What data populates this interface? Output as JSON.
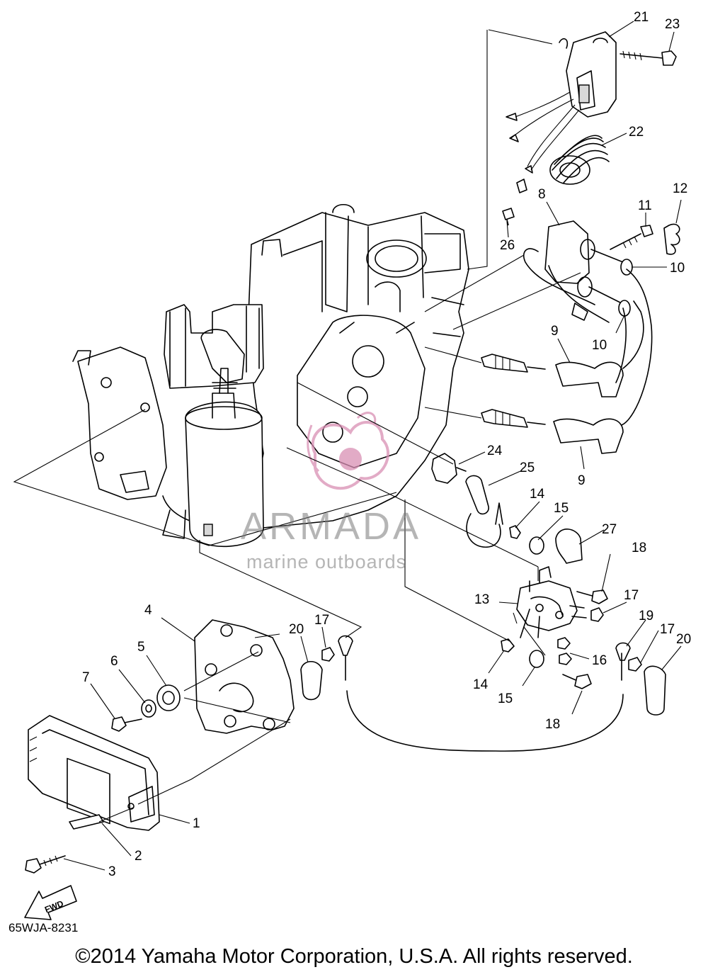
{
  "diagram": {
    "code": "65WJA-8231",
    "copyright": "©2014 Yamaha Motor Corporation, U.S.A. All rights reserved.",
    "fwd_label": "FWD",
    "watermark": {
      "title": "ARMADA",
      "subtitle": "marine outboards",
      "color": "#d98fb4"
    },
    "callouts": [
      {
        "id": "p1",
        "text": "1"
      },
      {
        "id": "p2",
        "text": "2"
      },
      {
        "id": "p3",
        "text": "3"
      },
      {
        "id": "p4",
        "text": "4"
      },
      {
        "id": "p5",
        "text": "5"
      },
      {
        "id": "p6",
        "text": "6"
      },
      {
        "id": "p7",
        "text": "7"
      },
      {
        "id": "p8",
        "text": "8"
      },
      {
        "id": "p9a",
        "text": "9"
      },
      {
        "id": "p9b",
        "text": "9"
      },
      {
        "id": "p10a",
        "text": "10"
      },
      {
        "id": "p10b",
        "text": "10"
      },
      {
        "id": "p11",
        "text": "11"
      },
      {
        "id": "p12",
        "text": "12"
      },
      {
        "id": "p13",
        "text": "13"
      },
      {
        "id": "p14a",
        "text": "14"
      },
      {
        "id": "p14b",
        "text": "14"
      },
      {
        "id": "p15a",
        "text": "15"
      },
      {
        "id": "p15b",
        "text": "15"
      },
      {
        "id": "p16",
        "text": "16"
      },
      {
        "id": "p17a",
        "text": "17"
      },
      {
        "id": "p17b",
        "text": "17"
      },
      {
        "id": "p17c",
        "text": "17"
      },
      {
        "id": "p18a",
        "text": "18"
      },
      {
        "id": "p18b",
        "text": "18"
      },
      {
        "id": "p19",
        "text": "19"
      },
      {
        "id": "p20a",
        "text": "20"
      },
      {
        "id": "p20b",
        "text": "20"
      },
      {
        "id": "p21",
        "text": "21"
      },
      {
        "id": "p22",
        "text": "22"
      },
      {
        "id": "p23",
        "text": "23"
      },
      {
        "id": "p24",
        "text": "24"
      },
      {
        "id": "p25",
        "text": "25"
      },
      {
        "id": "p26",
        "text": "26"
      },
      {
        "id": "p27",
        "text": "27"
      }
    ]
  }
}
